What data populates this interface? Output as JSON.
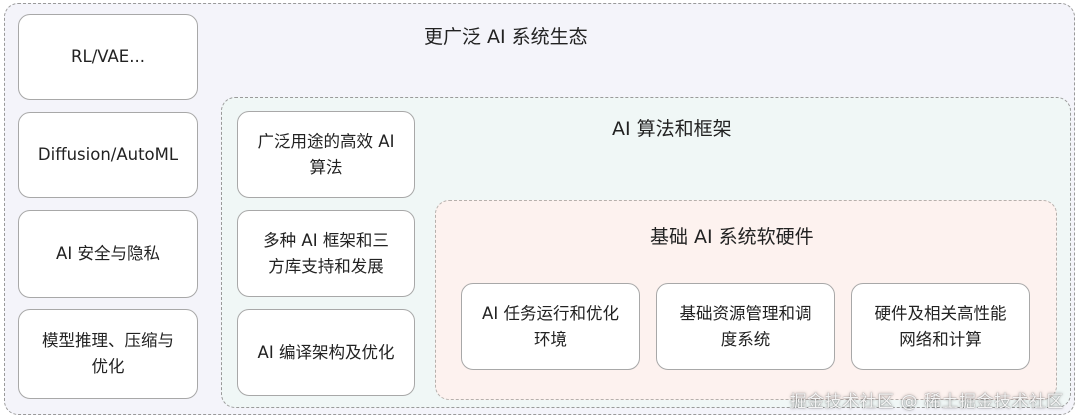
{
  "outer_layer": {
    "title": "更广泛 AI 系统生态",
    "boxes": [
      "RL/VAE...",
      "Diffusion/AutoML",
      "AI 安全与隐私",
      "模型推理、压缩与\n优化"
    ]
  },
  "algo_layer": {
    "title": "AI 算法和框架",
    "boxes": [
      "广泛用途的高效 AI\n算法",
      "多种 AI 框架和三\n方库支持和发展",
      "AI 编译架构及优化"
    ]
  },
  "base_layer": {
    "title": "基础 AI 系统软硬件",
    "boxes": [
      "AI 任务运行和优化\n环境",
      "基础资源管理和调\n度系统",
      "硬件及相关高性能\n网络和计算"
    ]
  },
  "watermark": "掘金技术社区 @ 稀土掘金技术社区"
}
